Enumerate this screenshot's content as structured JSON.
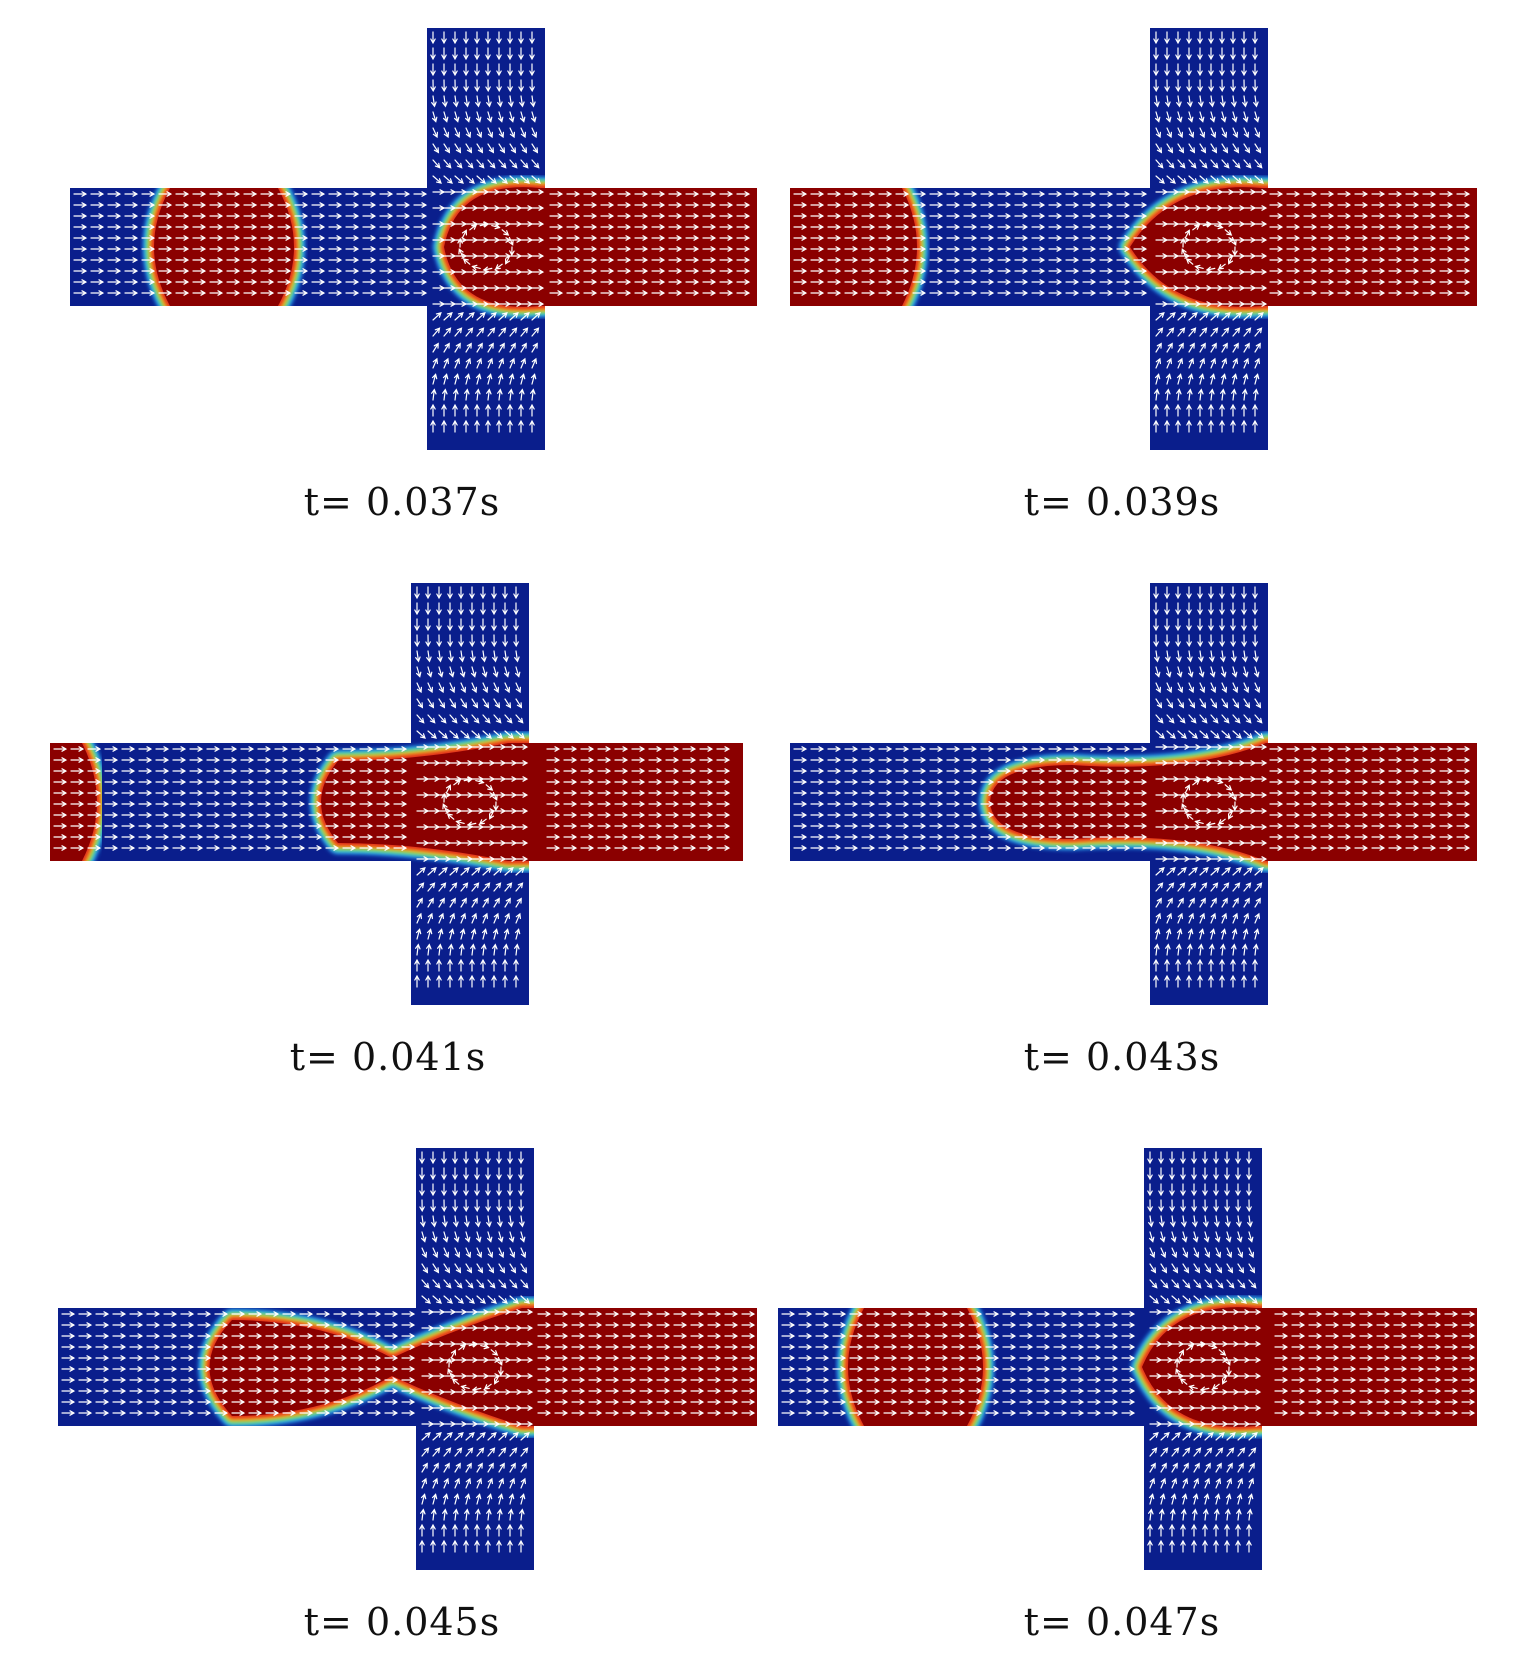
{
  "colors": {
    "continuous_phase": "#0a1e8c",
    "dispersed_phase": "#8b0000",
    "interface_stops": [
      "#8b0000",
      "#e0201a",
      "#ffd21f",
      "#56e08a",
      "#2aa6ff",
      "#0a1e8c"
    ],
    "velocity_vectors": "#ffffff"
  },
  "frames": [
    {
      "time_label": "t= 0.037s",
      "drop_state": "plug-and-tip"
    },
    {
      "time_label": "t= 0.039s",
      "drop_state": "plug-and-tip"
    },
    {
      "time_label": "t= 0.041s",
      "drop_state": "thread-entering"
    },
    {
      "time_label": "t= 0.043s",
      "drop_state": "necking"
    },
    {
      "time_label": "t= 0.045s",
      "drop_state": "pinch-off"
    },
    {
      "time_label": "t= 0.047s",
      "drop_state": "plug-and-tip"
    }
  ]
}
